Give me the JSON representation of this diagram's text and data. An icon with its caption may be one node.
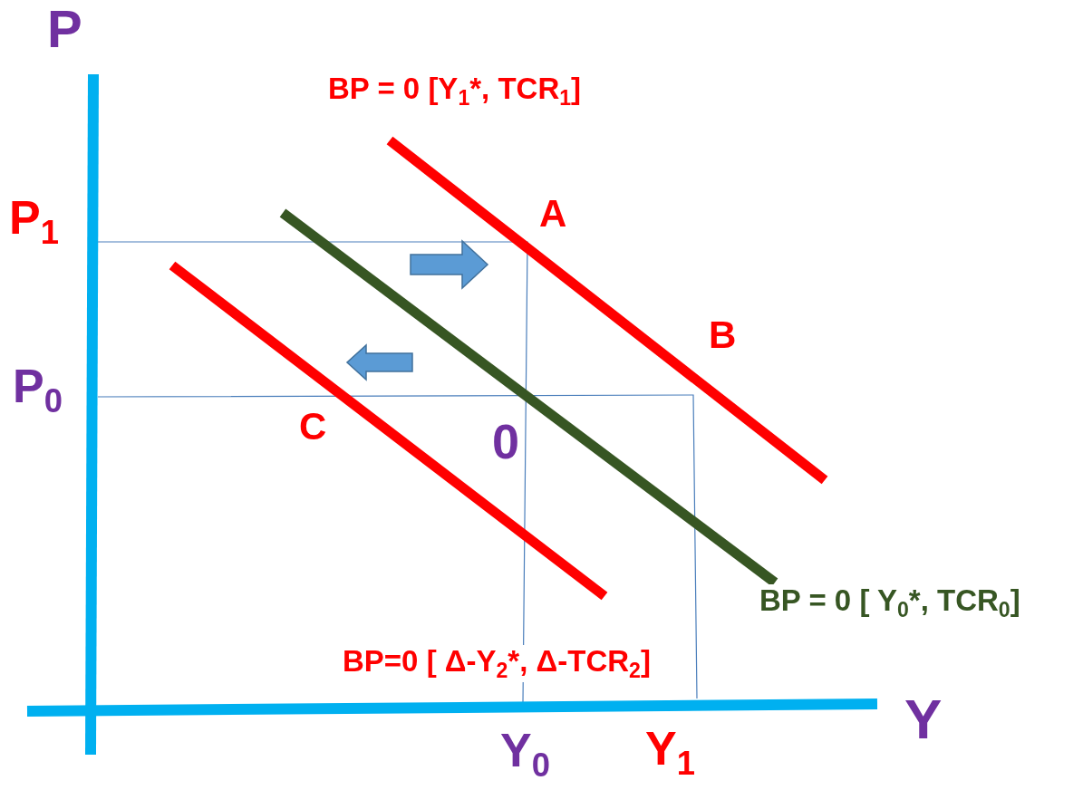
{
  "diagram": {
    "labels": [
      "P",
      "BP = 0 [Y$_{1}$*, TCR$_{1}$]",
      "P$_{1}$",
      "A",
      "B",
      "P$_{0}$",
      "C",
      "0",
      "BP = 0 [ Y$_{0}$*, TCR$_{0}$]",
      "BP=0 [ Δ-Y$_{2}$*, Δ-TCR$_{2}$]",
      "Y",
      "Y$_{0}$",
      "Y$_{1}$"
    ]
  }
}
